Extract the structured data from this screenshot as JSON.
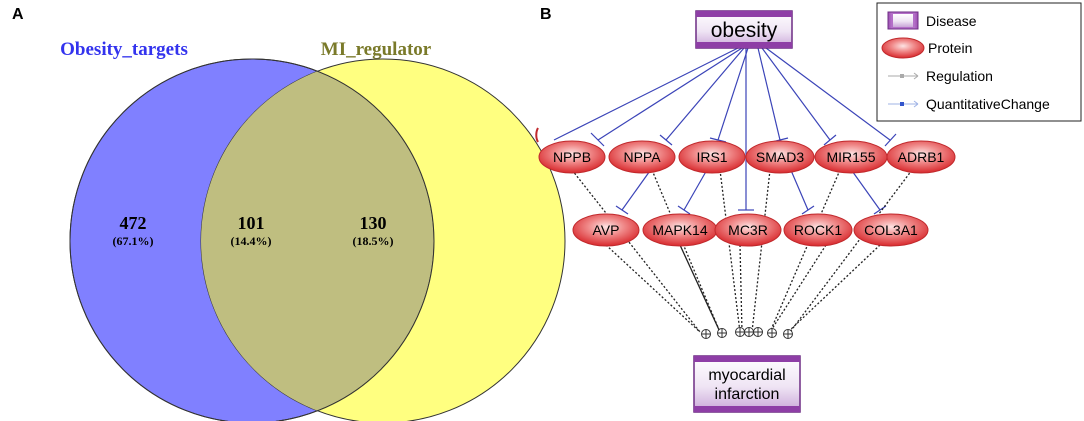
{
  "panels": {
    "a": "A",
    "b": "B"
  },
  "venn": {
    "left_title": "Obesity_targets",
    "right_title": "MI_regulator",
    "left_count": "472",
    "left_pct": "(67.1%)",
    "overlap_count": "101",
    "overlap_pct": "(14.4%)",
    "right_count": "130",
    "right_pct": "(18.5%)",
    "colors": {
      "left": "#8080ff",
      "right": "#ffff80",
      "overlap": "#bfbe80",
      "left_title": "#3333ee",
      "right_title": "#7a7a2a"
    }
  },
  "network": {
    "source": "obesity",
    "target_line1": "myocardial",
    "target_line2": "infarction",
    "row1": [
      "NPPB",
      "NPPA",
      "IRS1",
      "SMAD3",
      "MIR155",
      "ADRB1"
    ],
    "row2": [
      "AVP",
      "MAPK14",
      "MC3R",
      "ROCK1",
      "COL3A1"
    ],
    "colors": {
      "edge": "#3b44b8",
      "protein": "#e8474a",
      "disease": "#9b4fb0"
    }
  },
  "legend": {
    "items": [
      {
        "label": "Disease",
        "icon": "disease-box-icon"
      },
      {
        "label": "Protein",
        "icon": "protein-ellipse-icon"
      },
      {
        "label": "Regulation",
        "icon": "regulation-line-icon"
      },
      {
        "label": "QuantitativeChange",
        "icon": "quantitative-change-line-icon"
      }
    ]
  }
}
